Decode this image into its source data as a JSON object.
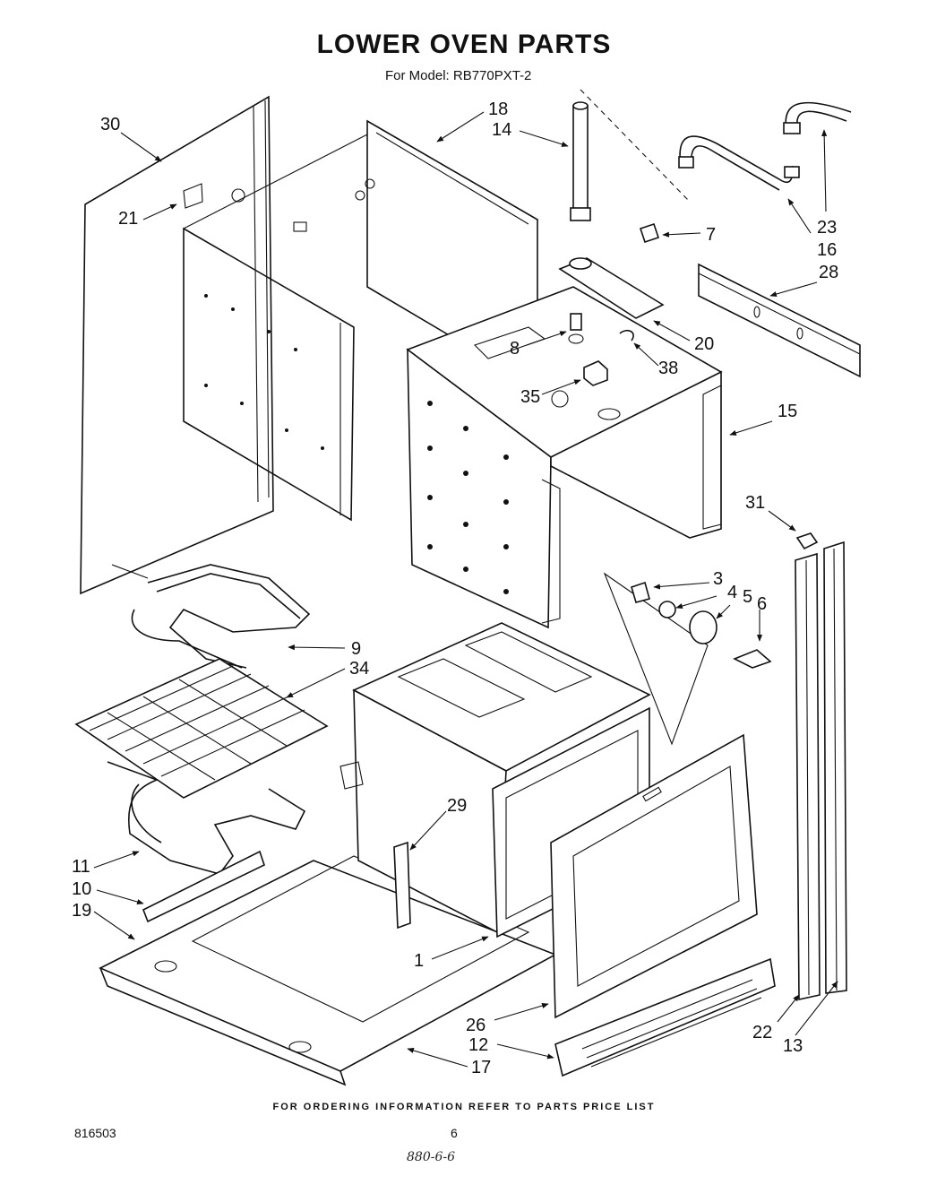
{
  "title": "LOWER OVEN PARTS",
  "subtitle": "For Model: RB770PXT-2",
  "footer": "FOR ORDERING INFORMATION REFER TO PARTS PRICE LIST",
  "document_number": "816503",
  "page_number": "6",
  "handwritten_note": "880-6-6",
  "callouts": [
    "30",
    "21",
    "18",
    "14",
    "7",
    "23",
    "16",
    "28",
    "20",
    "8",
    "38",
    "35",
    "15",
    "31",
    "3",
    "4",
    "5",
    "6",
    "9",
    "34",
    "29",
    "11",
    "10",
    "19",
    "1",
    "26",
    "12",
    "17",
    "22",
    "13"
  ]
}
